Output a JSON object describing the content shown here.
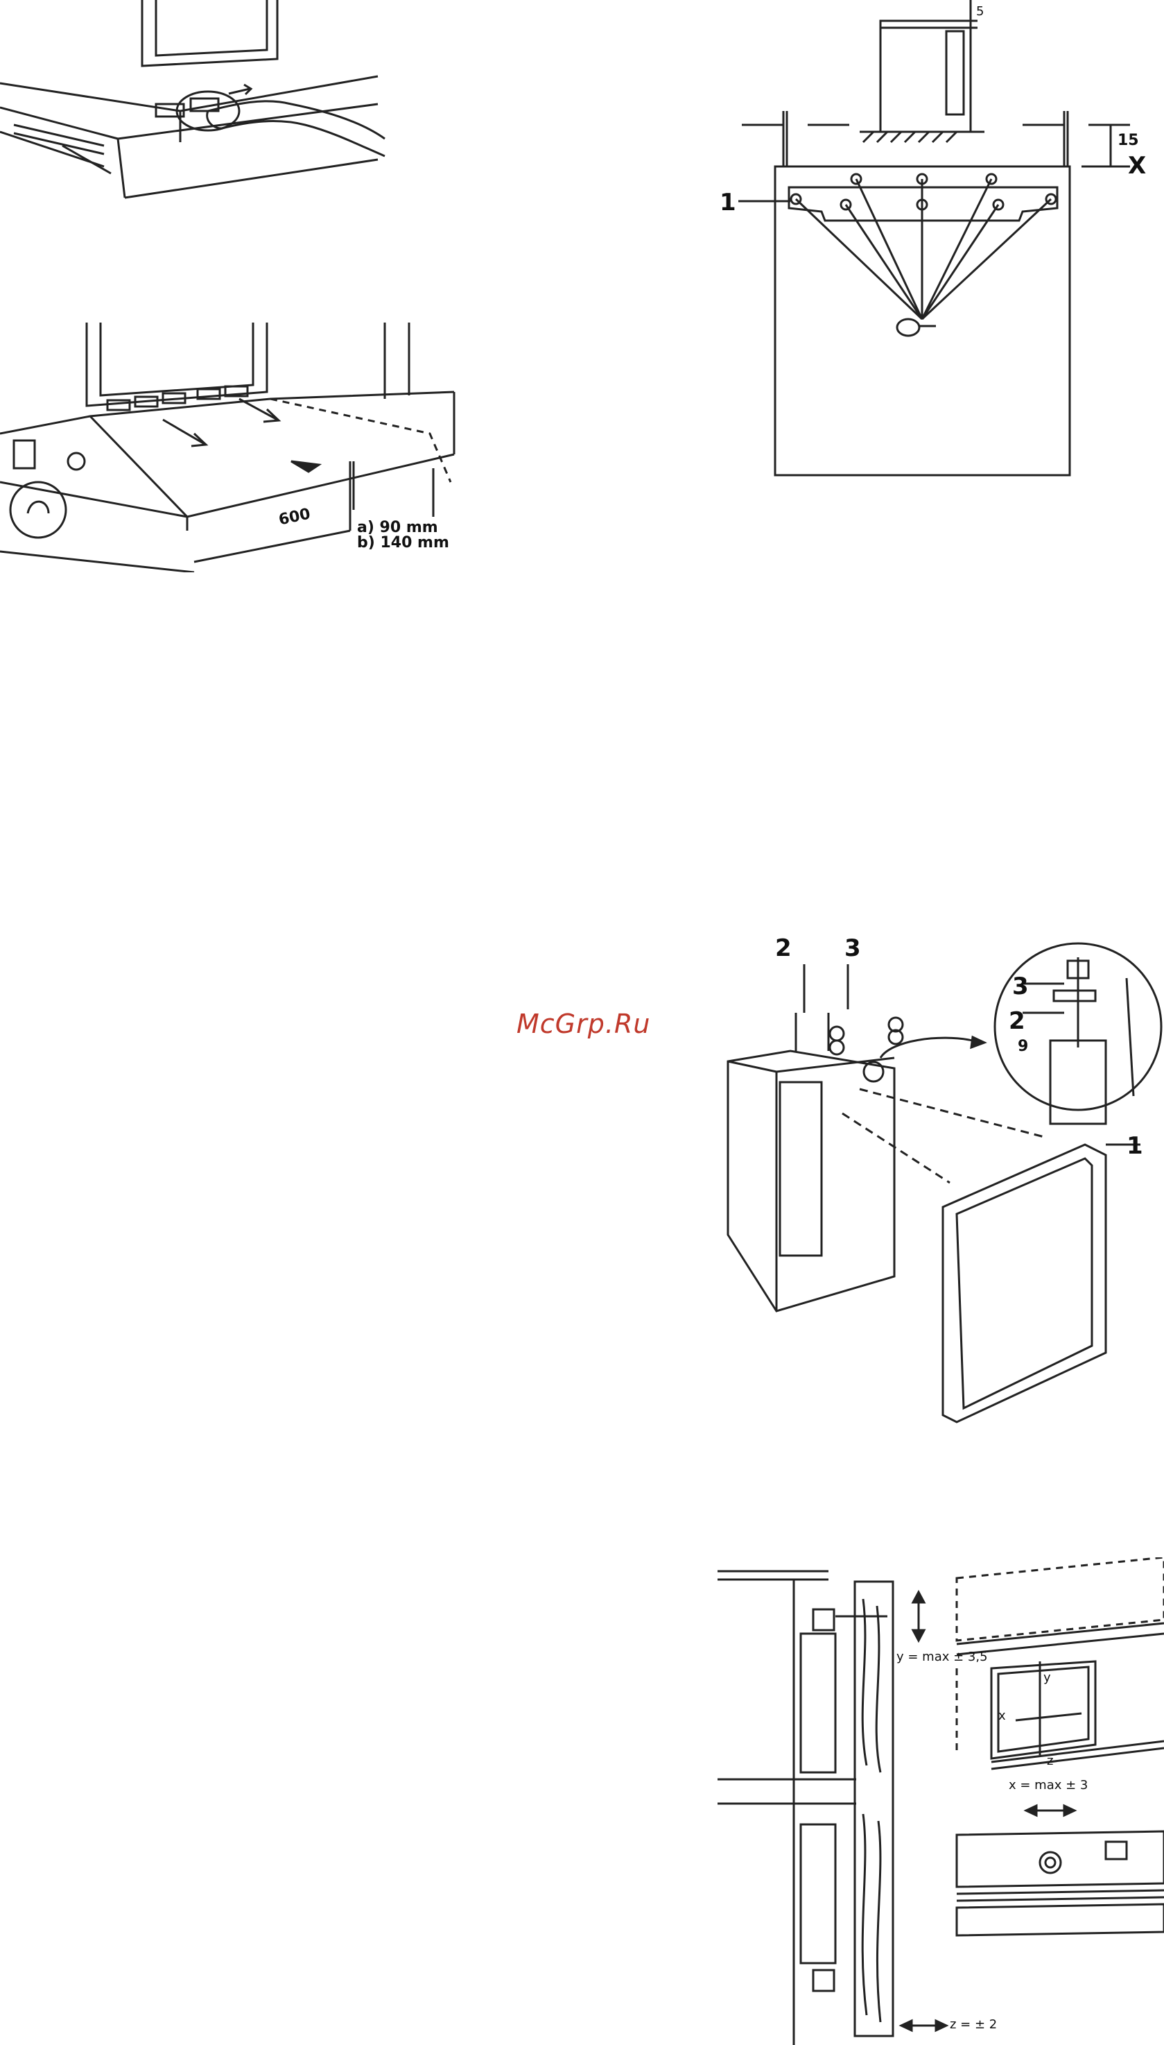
{
  "watermark": "McGrp.Ru",
  "fig_plinth": {
    "dimension_600": "600",
    "dim_a": "a) 90 mm",
    "dim_b": "b) 140 mm"
  },
  "fig_bracket": {
    "dim_5": "5",
    "dim_15": "15",
    "marker_x": "X",
    "callout_1": "1"
  },
  "fig_door": {
    "callout_1": "1",
    "callout_2": "2",
    "callout_3": "3",
    "detail_2": "2",
    "detail_3": "3",
    "detail_9": "9"
  },
  "fig_adjust": {
    "y_label": "y = max ± 3,5",
    "x_label": "x = max ± 3",
    "z_label": "z = ± 2",
    "axis_x": "x",
    "axis_y": "y",
    "axis_z": "z"
  }
}
